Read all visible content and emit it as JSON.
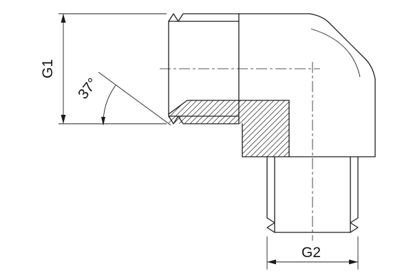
{
  "meta": {
    "title": "90-degree elbow fitting technical drawing",
    "view": "half-section elevation"
  },
  "annotations": {
    "g1_label": "G1",
    "angle_label": "37°",
    "g2_label": "G2"
  },
  "colors": {
    "line": "#1a1a1a",
    "background": "#ffffff"
  }
}
